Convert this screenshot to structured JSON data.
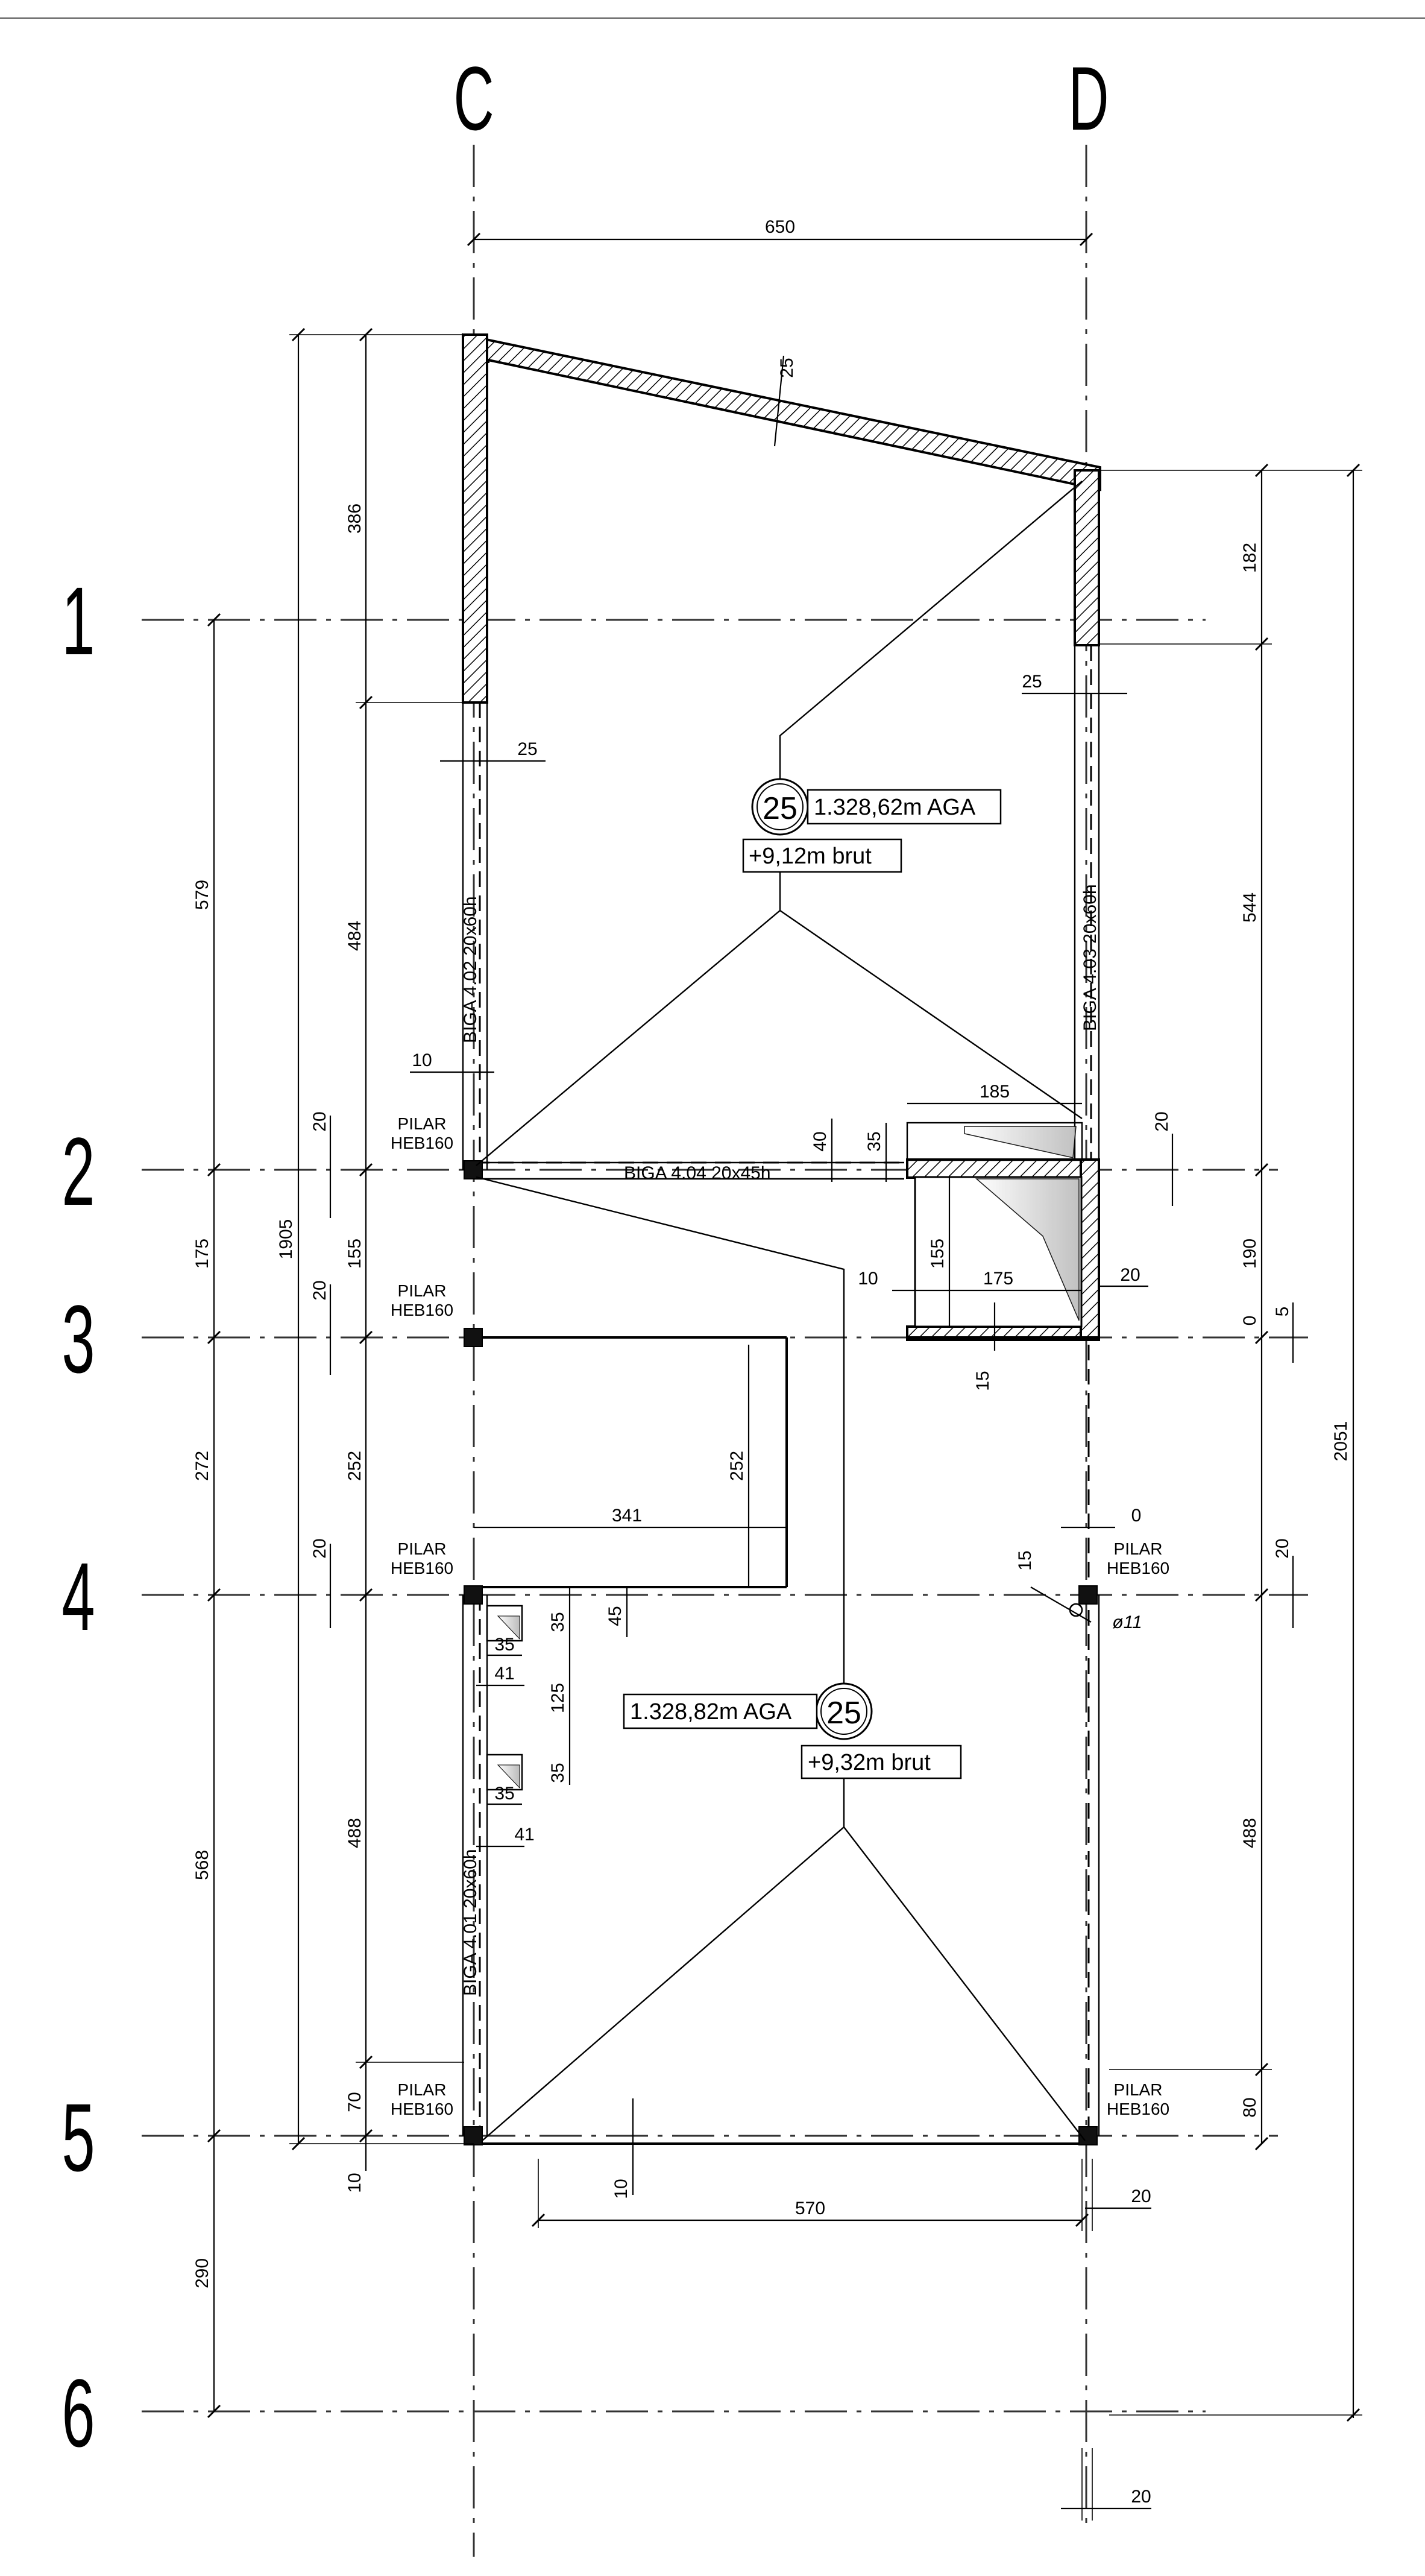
{
  "axes": {
    "vertical": [
      "C",
      "D"
    ],
    "horizontal": [
      "1",
      "2",
      "3",
      "4",
      "5",
      "6"
    ]
  },
  "dimensions": {
    "top_width": "650",
    "bottom_width": "570",
    "total_left": "1905",
    "total_right": "2051",
    "left_axis": [
      "579",
      "175",
      "272",
      "568",
      "290"
    ],
    "left_inner": [
      "386",
      "484",
      "155",
      "252",
      "488",
      "70",
      "10"
    ],
    "left_small": [
      "20",
      "20",
      "20",
      "10"
    ],
    "right_inner": [
      "182",
      "544",
      "190",
      "488",
      "80",
      "0"
    ],
    "right_small": [
      "20",
      "5",
      "20",
      "20",
      "20"
    ],
    "misc": {
      "wall_25_a": "25",
      "wall_25_b": "25",
      "wall_25_c": "25",
      "d10": "10",
      "d40": "40",
      "d35": "35",
      "d185": "185",
      "d155": "155",
      "d175": "175",
      "d10b": "10",
      "d15": "15",
      "d252": "252",
      "d341": "341",
      "d0": "0",
      "d15b": "15",
      "phi": "ø11",
      "d35a": "35",
      "d45": "45",
      "d35b": "35",
      "d41a": "41",
      "d125": "125",
      "d35c": "35",
      "d35d": "35",
      "d41b": "41",
      "d20c": "20"
    }
  },
  "labels": {
    "pilar": "PILAR",
    "heb": "HEB160",
    "beam_402": "BIGA 4.02 20x60h",
    "beam_403": "BIGA 4.03 20x60h",
    "beam_404": "BIGA 4.04 20x45h",
    "beam_401": "BIGA 4.01 20x60h"
  },
  "slabs": [
    {
      "number": "25",
      "aga": "1.328,62m AGA",
      "brut": "+9,12m brut"
    },
    {
      "number": "25",
      "aga": "1.328,82m AGA",
      "brut": "+9,32m brut"
    }
  ]
}
